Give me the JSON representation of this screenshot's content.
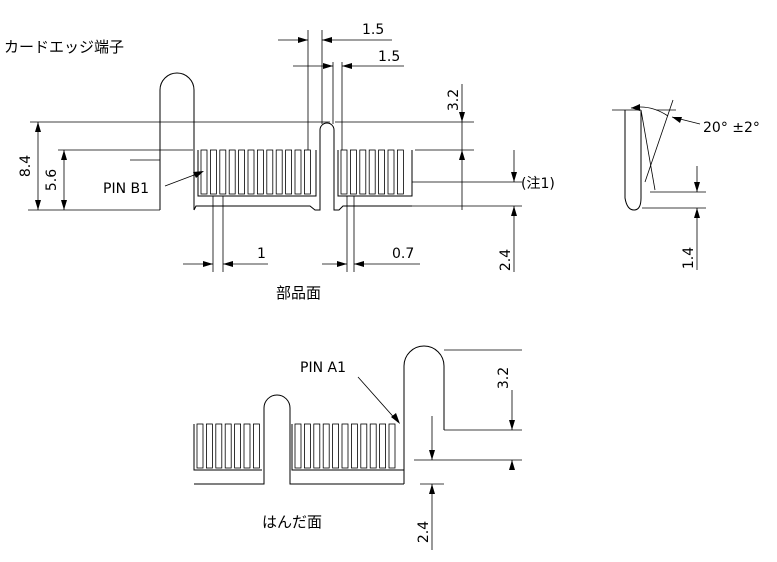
{
  "title": "カードエッジ端子",
  "views": {
    "component_side": {
      "caption": "部品面",
      "pin_label": "PIN B1",
      "note": "(注1)",
      "dims": {
        "total_height": "8.4",
        "pad_height": "5.6",
        "key_width_outer": "1.5",
        "key_width_inner": "1.5",
        "key_height": "3.2",
        "pad_pitch": "1",
        "pad_width": "0.7",
        "edge_height": "2.4"
      }
    },
    "side_view": {
      "chamfer_angle": "20° ±2°",
      "chamfer_height": "1.4"
    },
    "solder_side": {
      "caption": "はんだ面",
      "pin_label": "PIN A1",
      "dims": {
        "key_height": "3.2",
        "edge_height": "2.4"
      }
    }
  }
}
